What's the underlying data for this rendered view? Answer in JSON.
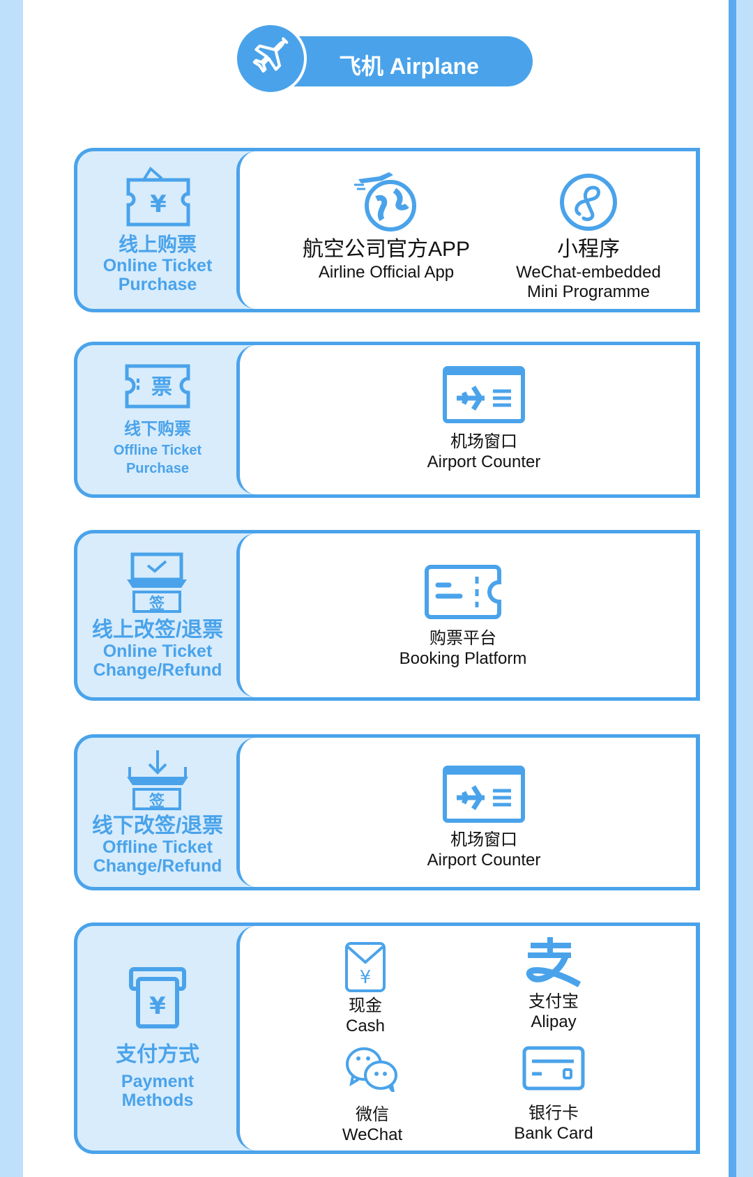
{
  "header": {
    "title": "飞机 Airplane",
    "icon": "airplane-icon"
  },
  "sections": [
    {
      "zh": "线上购票",
      "en1": "Online Ticket",
      "en2": "Purchase",
      "icon": "ticket-yen-icon",
      "items": [
        {
          "zh": "航空公司官方APP",
          "en": "Airline Official App",
          "icon": "globe-plane-icon"
        },
        {
          "zh": "小程序",
          "en": "WeChat-embedded",
          "en2": "Mini Programme",
          "icon": "mini-program-icon"
        }
      ]
    },
    {
      "zh": "线下购票",
      "en1": "Offline Ticket",
      "en2": "Purchase",
      "icon": "ticket-piao-icon",
      "icon_text": "票",
      "items": [
        {
          "zh": "机场窗口",
          "en": "Airport  Counter",
          "icon": "boarding-pass-icon"
        }
      ]
    },
    {
      "zh": "线上改签/退票",
      "en1": "Online Ticket",
      "en2": "Change/Refund",
      "icon": "laptop-sign-icon",
      "icon_text": "签",
      "items": [
        {
          "zh": "购票平台",
          "en": "Booking Platform",
          "icon": "ticket-platform-icon"
        }
      ]
    },
    {
      "zh": "线下改签/退票",
      "en1": "Offline Ticket",
      "en2": "Change/Refund",
      "icon": "download-sign-icon",
      "icon_text": "签",
      "items": [
        {
          "zh": "机场窗口",
          "en": "Airport Counter",
          "icon": "boarding-pass-icon"
        }
      ]
    },
    {
      "zh": "支付方式",
      "en1": "Payment",
      "en2": "Methods",
      "icon": "atm-yen-icon",
      "items": [
        {
          "zh": "现金",
          "en": "Cash",
          "icon": "cash-envelope-icon"
        },
        {
          "zh": "支付宝",
          "en": "Alipay",
          "icon": "alipay-icon"
        },
        {
          "zh": "微信",
          "en": "WeChat",
          "icon": "wechat-icon"
        },
        {
          "zh": "银行卡",
          "en": "Bank Card",
          "icon": "bank-card-icon"
        }
      ]
    }
  ],
  "colors": {
    "accent": "#4aa3ea",
    "light": "#d8ecfc",
    "bg": "#bfe0fb"
  }
}
